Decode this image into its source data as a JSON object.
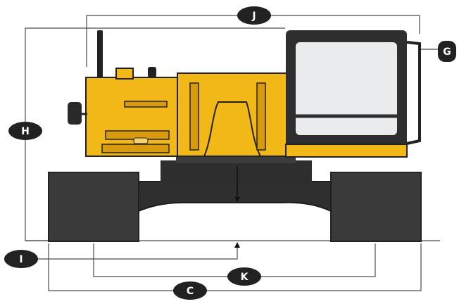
{
  "diagram": {
    "labels": {
      "J": "J",
      "G": "G",
      "H": "H",
      "I": "I",
      "K": "K",
      "C": "C"
    },
    "colors": {
      "body": "#f2b817",
      "body_shade": "#d99a0d",
      "dark": "#2e2e2e",
      "track": "#3a3a3a",
      "glass": "#e9ebec",
      "label_bg": "#222222",
      "dim_line": "#4a4a4a"
    }
  }
}
